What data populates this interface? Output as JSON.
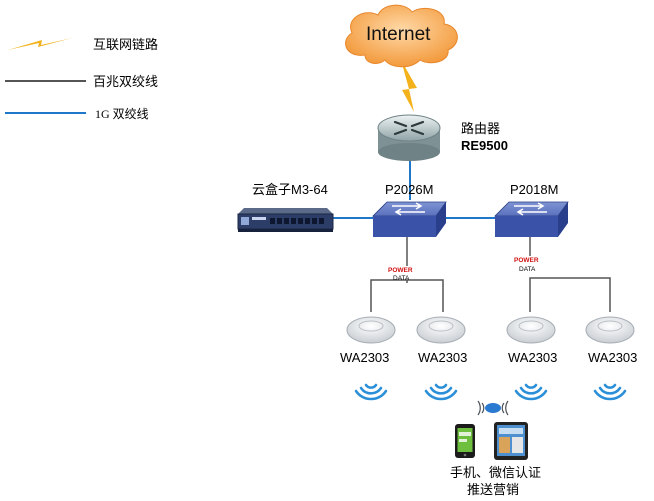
{
  "legend": {
    "items": [
      {
        "label": "互联网链路",
        "color": "#f3b21b"
      },
      {
        "label": "百兆双绞线",
        "color": "#555555"
      },
      {
        "label": "1G  双绞线",
        "color": "#1f77c9"
      }
    ]
  },
  "nodes": {
    "internet": {
      "label": "Internet"
    },
    "router": {
      "label": "路由器",
      "model": "RE9500"
    },
    "cloudbox": {
      "label": "云盒子M3-64"
    },
    "switch_left": {
      "label": "P2026M"
    },
    "switch_right": {
      "label": "P2018M"
    },
    "poe_left": {
      "power": "POWER",
      "data": "DATA"
    },
    "poe_right": {
      "power": "POWER",
      "data": "DATA"
    },
    "aps": [
      {
        "label": "WA2303"
      },
      {
        "label": "WA2303"
      },
      {
        "label": "WA2303"
      },
      {
        "label": "WA2303"
      }
    ],
    "clients": {
      "line1": "手机、微信认证",
      "line2": "推送营销"
    }
  },
  "colors": {
    "internet_link": "#f3b21b",
    "fast_ethernet": "#555555",
    "gigabit": "#1f77c9",
    "cloud": "#f7a957",
    "switch": "#3a53a8",
    "wifi": "#2a8fd8"
  }
}
